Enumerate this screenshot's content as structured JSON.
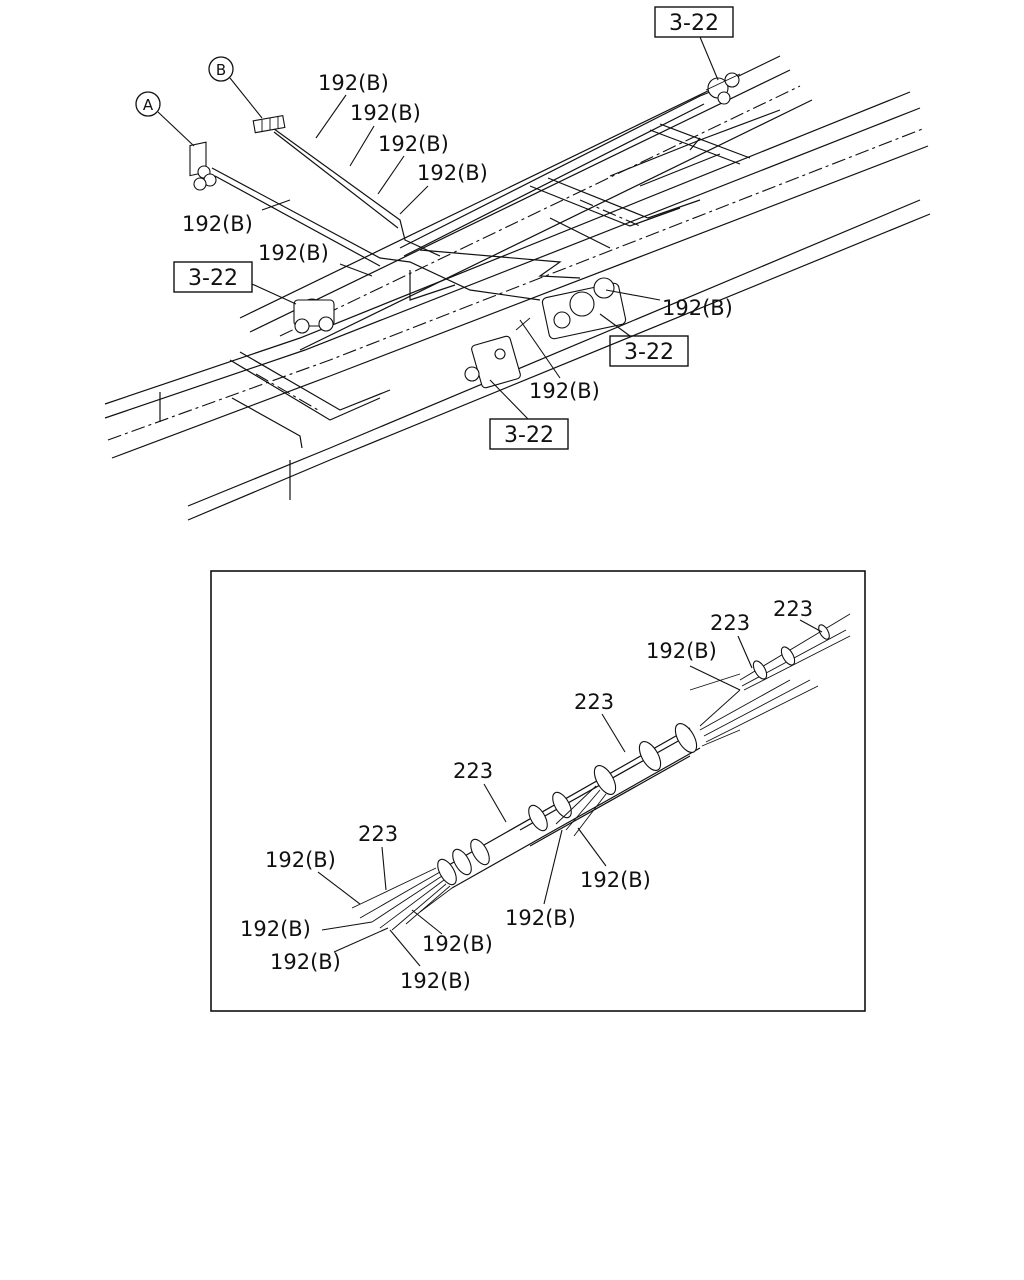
{
  "callouts": {
    "circle_a": "A",
    "circle_b": "B"
  },
  "refs": {
    "ref_top": "3-22",
    "ref_left": "3-22",
    "ref_right": "3-22",
    "ref_bottom": "3-22"
  },
  "upper_labels": {
    "l1": "192(B)",
    "l2": "192(B)",
    "l3": "192(B)",
    "l4": "192(B)",
    "l5": "192(B)",
    "l6": "192(B)",
    "l7": "192(B)",
    "l8": "192(B)"
  },
  "detail_labels": {
    "c1": "223",
    "c2": "223",
    "c3": "223",
    "c4": "223",
    "c5": "223",
    "d1": "192(B)",
    "d2": "192(B)",
    "d3": "192(B)",
    "d4": "192(B)",
    "d5": "192(B)",
    "d6": "192(B)",
    "d7": "192(B)",
    "d8": "192(B)"
  }
}
